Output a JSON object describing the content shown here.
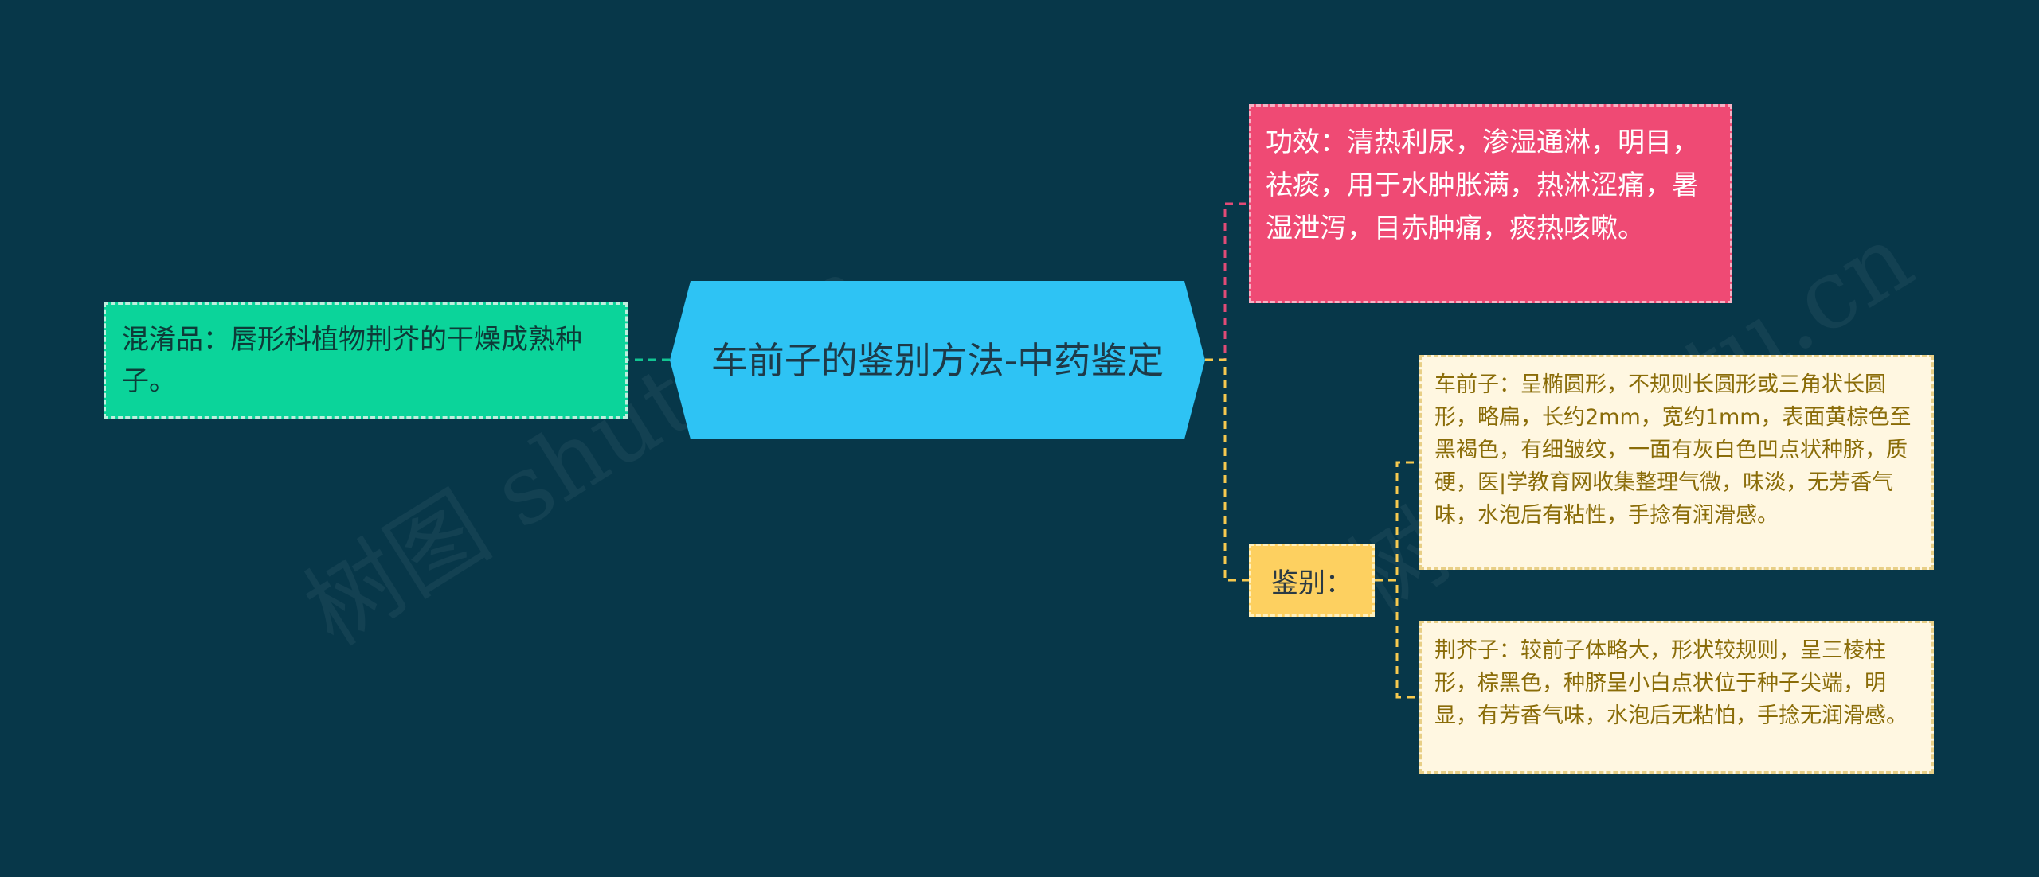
{
  "mindmap": {
    "center": {
      "text": "车前子的鉴别方法-中药鉴定"
    },
    "left_node": {
      "text": "混淆品：唇形科植物荆芥的干燥成熟种子。"
    },
    "effect_node": {
      "text": "功效：清热利尿，渗湿通淋，明目，祛痰，用于水肿胀满，热淋涩痛，暑湿泄泻，目赤肿痛，痰热咳嗽。"
    },
    "ident_node": {
      "text": "鉴别："
    },
    "ident_children": [
      {
        "text": "车前子：呈椭圆形，不规则长圆形或三角状长圆形，略扁，长约2mm，宽约1mm，表面黄棕色至黑褐色，有细皱纹，一面有灰白色凹点状种脐，质硬，医|学教育网收集整理气微，味淡，无芳香气味，水泡后有粘性，手捻有润滑感。"
      },
      {
        "text": "荆芥子：较前子体略大，形状较规则，呈三棱柱形，棕黑色，种脐呈小白点状位于种子尖端，明显，有芳香气味，水泡后无粘怕，手捻无润滑感。"
      }
    ]
  },
  "watermarks": [
    "树图 shutu.cn",
    "树图 shutu.cn"
  ],
  "colors": {
    "background": "#073749",
    "center": "#2ec3f4",
    "left": "#0bd49a",
    "effect": "#ef4a74",
    "ident": "#fdd060",
    "desc": "#fff7e1"
  }
}
